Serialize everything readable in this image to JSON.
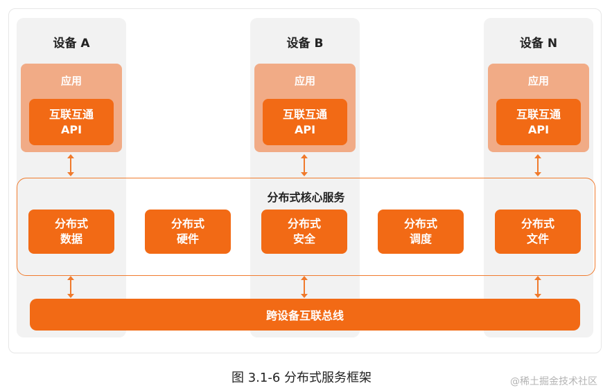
{
  "devices": [
    {
      "title": "设备 A",
      "app_label": "应用",
      "api_label": "互联互通\nAPI"
    },
    {
      "title": "设备 B",
      "app_label": "应用",
      "api_label": "互联互通\nAPI"
    },
    {
      "title": "设备 N",
      "app_label": "应用",
      "api_label": "互联互通\nAPI"
    }
  ],
  "core": {
    "title": "分布式核心服务",
    "services": [
      "分布式\n数据",
      "分布式\n硬件",
      "分布式\n安全",
      "分布式\n调度",
      "分布式\n文件"
    ]
  },
  "bus": {
    "label": "跨设备互联总线"
  },
  "caption": "图 3.1-6 分布式服务框架",
  "watermark": "@稀土掘金技术社区",
  "colors": {
    "accent": "#f26a15",
    "app_bg": "#f1ab86",
    "column_bg": "#f2f2f2",
    "border": "#f07a2c"
  }
}
